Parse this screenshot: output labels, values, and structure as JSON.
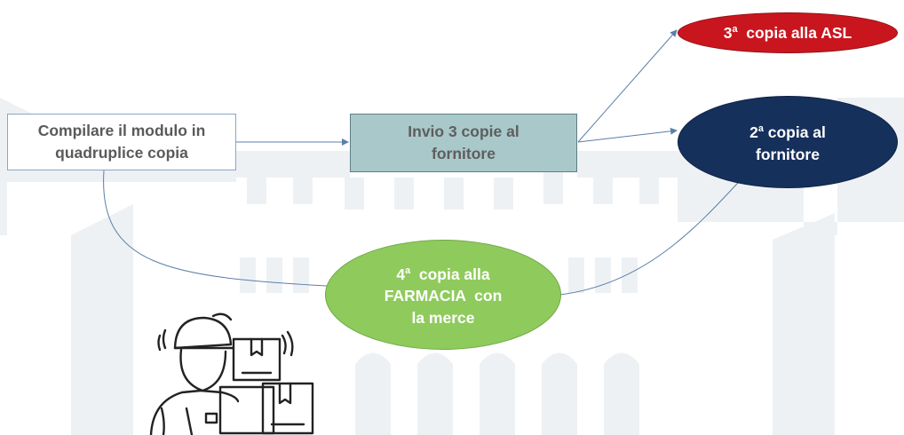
{
  "nodes": {
    "compile": {
      "line1": "Compilare il modulo in",
      "line2": "quadruplice copia"
    },
    "invio": {
      "line1": "Invio 3 copie al",
      "line2": "fornitore"
    },
    "asl": {
      "num": "3",
      "sup": "a",
      "text": "  copia alla ASL"
    },
    "fornitore": {
      "num": "2",
      "sup": "a",
      "line1_rest": " copia al",
      "line2": "fornitore"
    },
    "farmacia": {
      "num": "4",
      "sup": "a",
      "line1_rest": "  copia alla",
      "line2": "FARMACIA  con",
      "line3": "la merce"
    }
  },
  "colors": {
    "asl": "#c9161e",
    "fornitore": "#16305c",
    "farmacia": "#8fcb5c",
    "invio": "#a9c8c9",
    "connector": "#5b7fa8"
  },
  "icons": [
    "courier-with-boxes-icon"
  ]
}
